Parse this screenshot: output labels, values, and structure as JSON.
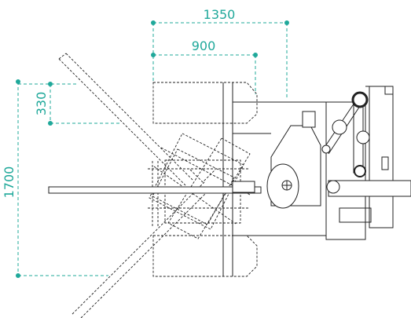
{
  "colors": {
    "dimension": "#1fa89a",
    "machine": "#222222",
    "background": "#ffffff"
  },
  "dimensions": {
    "width_outer": "1350",
    "width_inner": "900",
    "offset": "330",
    "height": "1700"
  }
}
